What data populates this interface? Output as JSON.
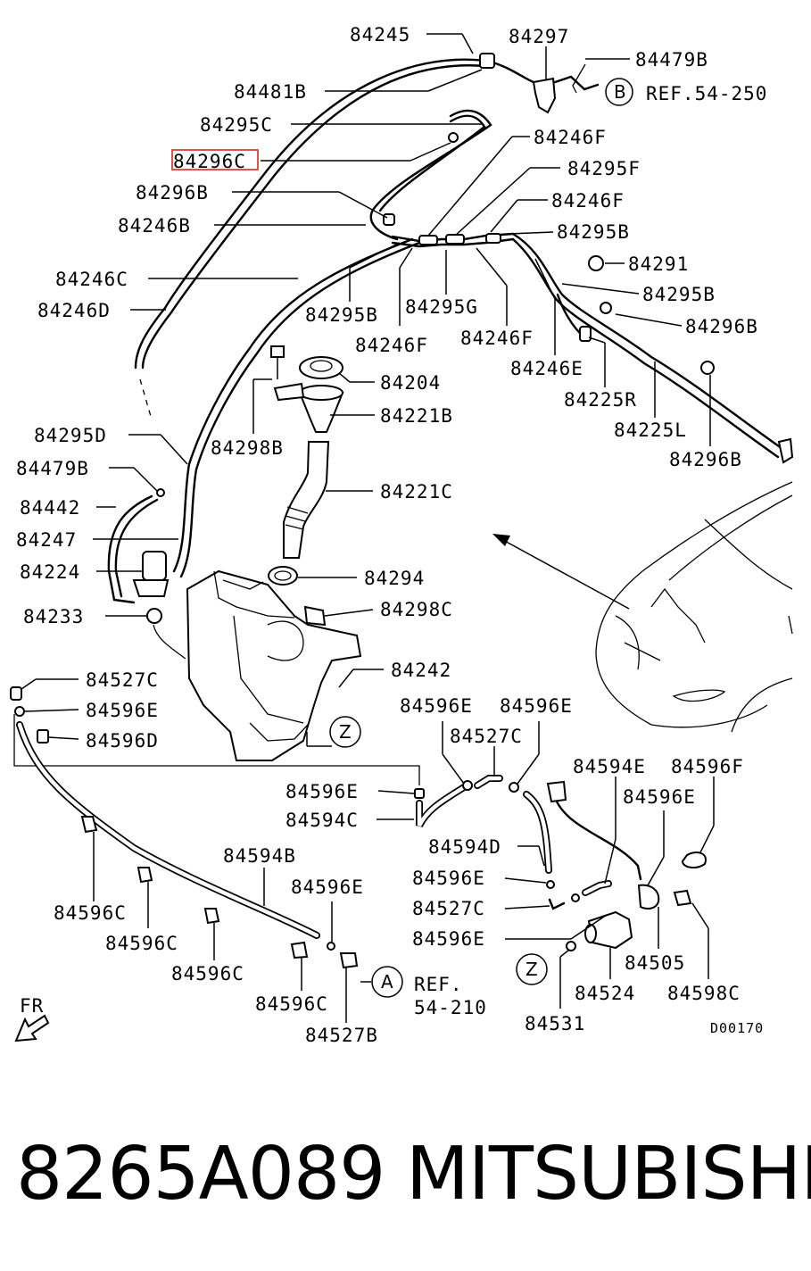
{
  "labels": {
    "l84245": "84245",
    "l84297": "84297",
    "l84479B_top": "84479B",
    "refB": "REF.54-250",
    "circB": "B",
    "l84481B": "84481B",
    "l84295C": "84295C",
    "l84296C": "84296C",
    "l84246F_1": "84246F",
    "l84295F": "84295F",
    "l84296B_1": "84296B",
    "l84246F_2": "84246F",
    "l84246B": "84246B",
    "l84295B_1": "84295B",
    "l84246C": "84246C",
    "l84291": "84291",
    "l84295B_2": "84295B",
    "l84246D": "84246D",
    "l84295B_3": "84295B",
    "l84295G": "84295G",
    "l84296B_2": "84296B",
    "l84246F_3": "84246F",
    "l84246F_4": "84246F",
    "l84246E": "84246E",
    "l84204": "84204",
    "l84225R": "84225R",
    "l84221B": "84221B",
    "l84225L": "84225L",
    "l84295D": "84295D",
    "l84298B": "84298B",
    "l84296B_3": "84296B",
    "l84479B": "84479B",
    "l84221C": "84221C",
    "l84442": "84442",
    "l84247": "84247",
    "l84224": "84224",
    "l84294": "84294",
    "l84233": "84233",
    "l84298C_1": "84298C",
    "l84242": "84242",
    "l84527C_1": "84527C",
    "l84596E_1": "84596E",
    "l84596D": "84596D",
    "circZ_1": "Z",
    "l84596E_2": "84596E",
    "l84596E_3": "84596E",
    "l84527C_2": "84527C",
    "l84594E": "84594E",
    "l84596F": "84596F",
    "l84596E_4": "84596E",
    "l84594C": "84594C",
    "l84596E_5": "84596E",
    "l84594D": "84594D",
    "l84594B": "84594B",
    "l84596E_6": "84596E",
    "l84596E_7": "84596E",
    "l84527C_3": "84527C",
    "l84596C_1": "84596C",
    "l84596C_2": "84596C",
    "l84596E_8": "84596E",
    "l84505": "84505",
    "l84596C_3": "84596C",
    "circA": "A",
    "refA1": "REF.",
    "refA2": "54-210",
    "circZ_2": "Z",
    "l84524": "84524",
    "l84598C_2": "84598C",
    "l84596C_4": "84596C",
    "l84527B": "84527B",
    "l84531": "84531",
    "fr": "FR",
    "code": "D00170"
  },
  "footer": {
    "part_number": "8265A089",
    "brand": "MITSUBISHI"
  },
  "highlight_color": "#d9413b"
}
